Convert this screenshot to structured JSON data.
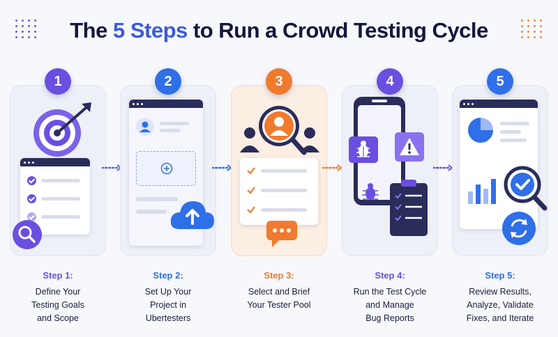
{
  "title": {
    "prefix": "The",
    "accent": "5 Steps",
    "suffix": "to Run a Crowd Testing Cycle"
  },
  "colors": {
    "purple": "#6a4fe0",
    "blue": "#2f6fe8",
    "orange": "#f07a2e",
    "navy": "#2a2d5a"
  },
  "steps": [
    {
      "number": "1",
      "label": "Step 1:",
      "desc": "Define Your\nTesting Goals\nand Scope",
      "color": "#6a4fe0",
      "icons": [
        "target-icon",
        "checklist-icon",
        "magnifier-icon"
      ]
    },
    {
      "number": "2",
      "label": "Step 2:",
      "desc": "Set Up Your\nProject in\nUbertesters",
      "color": "#2f6fe8",
      "icons": [
        "profile-icon",
        "add-icon",
        "cloud-upload-icon"
      ]
    },
    {
      "number": "3",
      "label": "Step 3:",
      "desc": "Select and Brief\nYour Tester Pool",
      "color": "#f07a2e",
      "icons": [
        "user-search-icon",
        "checklist-icon",
        "chat-icon"
      ]
    },
    {
      "number": "4",
      "label": "Step 4:",
      "desc": "Run the Test Cycle\nand Manage\nBug Reports",
      "color": "#6a4fe0",
      "icons": [
        "phone-icon",
        "bug-icon",
        "warning-icon",
        "clipboard-icon"
      ]
    },
    {
      "number": "5",
      "label": "Step 5:",
      "desc": "Review Results,\nAnalyze, Validate\nFixes, and Iterate",
      "color": "#2f6fe8",
      "icons": [
        "pie-chart-icon",
        "bar-chart-icon",
        "check-magnifier-icon",
        "refresh-icon"
      ]
    }
  ]
}
